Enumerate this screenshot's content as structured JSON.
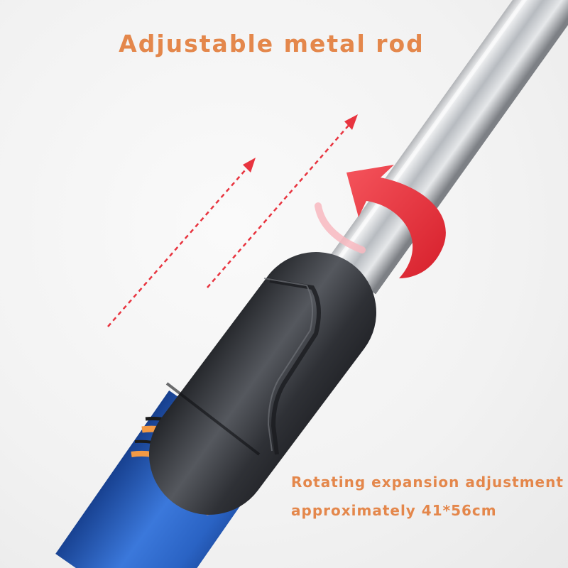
{
  "title": "Adjustable metal rod",
  "captions": [
    "Rotating expansion adjustment",
    "approximately 41*56cm"
  ],
  "colors": {
    "text_accent": "#e4874b",
    "arrow_red": "#e8343f",
    "grip_blue": "#2a63c4",
    "grip_stripe": "#f39a45",
    "collar": "#2c2e33",
    "rod_steel": "#c9ccd0"
  },
  "icons": {
    "rotate": "curved-rotation-arrow-icon",
    "extend": "dashed-up-arrow-icon"
  }
}
